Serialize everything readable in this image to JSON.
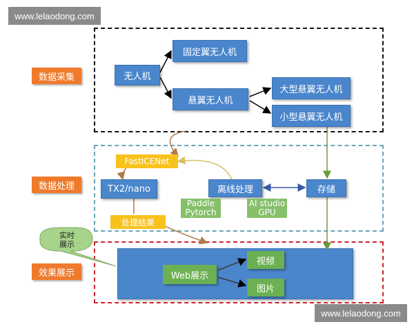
{
  "watermark": {
    "top": "www.lelaodong.com",
    "bottom": "www.lelaodong.com"
  },
  "sections": {
    "collection": "数据采集",
    "processing": "数据处理",
    "display": "效果展示"
  },
  "collection": {
    "uav": "无人机",
    "fixed_wing": "固定翼无人机",
    "rotor": "悬翼无人机",
    "large_rotor": "大型悬翼无人机",
    "small_rotor": "小型悬翼无人机"
  },
  "processing": {
    "fasticenet": "FastICENet",
    "tx2": "TX2/nano",
    "offline": "离线处理",
    "storage": "存储",
    "paddle_line1": "Paddle",
    "paddle_line2": "Pytorch",
    "ai_line1": "AI studio",
    "ai_line2": "GPU",
    "result": "处理结果"
  },
  "display": {
    "realtime_line1": "实时",
    "realtime_line2": "展示",
    "web": "Web展示",
    "video": "视频",
    "image": "图片"
  },
  "colors": {
    "box_blue": "#4a86cc",
    "section_orange": "#f07a2c",
    "tag_yellow": "#f8c21c",
    "tag_green": "#86c06a",
    "frame_black": "#111111",
    "frame_teal": "#6aa5b8",
    "frame_red": "#d0202a"
  }
}
